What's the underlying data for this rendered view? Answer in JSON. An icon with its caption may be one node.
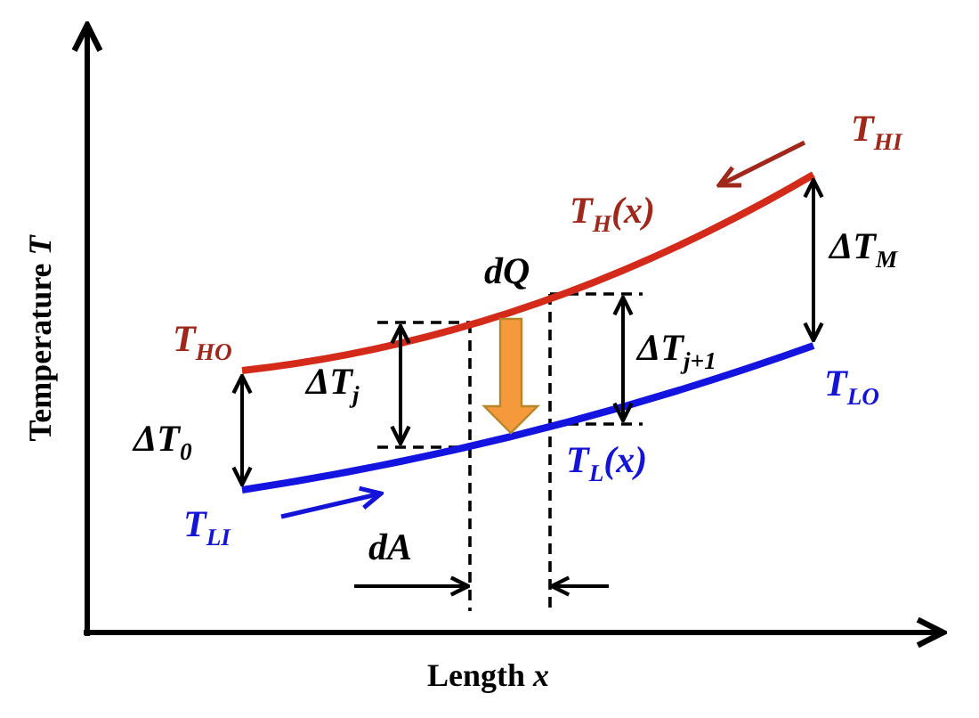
{
  "diagram": {
    "labels": [
      "T$_{HI}$",
      "T$_{H}$(x)",
      "dQ",
      "ΔT$_{M}$",
      "T$_{HO}$",
      "ΔT$_{j+1}$",
      "ΔT$_{j}$",
      "ΔT$_{0}$",
      "T$_{LO}$",
      "T$_{L}$(x)",
      "T$_{LI}$",
      "dA",
      "Temperature *T*",
      "Length *x*"
    ]
  }
}
